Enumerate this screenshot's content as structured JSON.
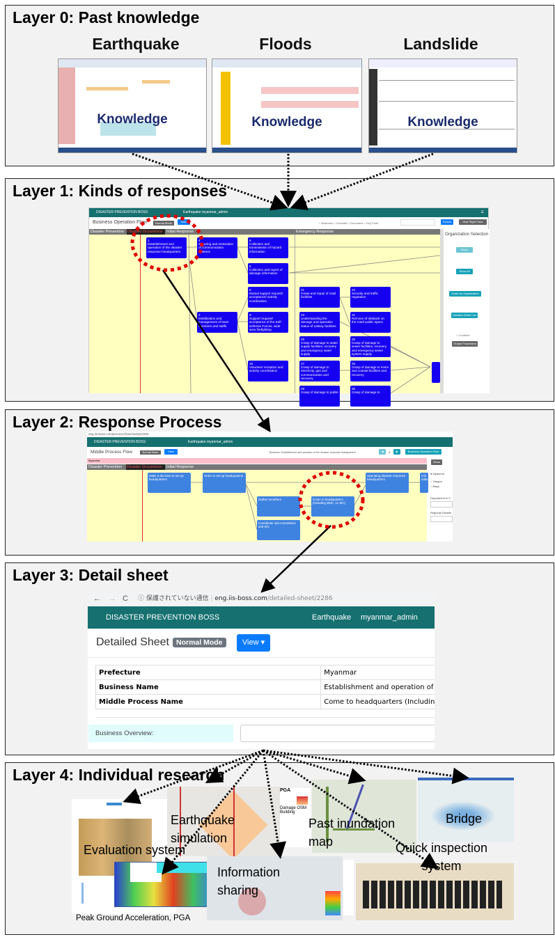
{
  "layer0": {
    "title": "Layer 0: Past knowledge",
    "items": [
      {
        "name": "Earthquake",
        "label": "Knowledge"
      },
      {
        "name": "Floods",
        "label": "Knowledge"
      },
      {
        "name": "Landslide",
        "label": "Knowledge"
      }
    ]
  },
  "layer1": {
    "title": "Layer 1: Kinds of responses",
    "app": "DISASTER PREVENTION BOSS",
    "hazard": "Earthquake",
    "user": "myanmar_admin",
    "page_title": "Business Operation Flow",
    "mode": "Normal Mode",
    "view": "View",
    "filters": "○ Business ○ Checklist ○ Document ○ Key Point",
    "search": "Search",
    "hide": "Hide Right Pane",
    "phases": [
      "Disaster Prevention",
      "Disaster Occurrence",
      "Initial Response",
      "Emergency Response"
    ],
    "right_pane": {
      "title": "Organization Selection",
      "show": "Show",
      "show_all": "Show All",
      "order": "Order by Organization",
      "sheet_list": "Detailed Sheet List",
      "combine": "○ Combine",
      "output": "Output Flowcharts"
    },
    "nodes": [
      {
        "id": "1",
        "text": "Establishment and operation of the disaster response headquarters"
      },
      {
        "id": "4",
        "text": "Securing and restoration of communication systems"
      },
      {
        "id": "6",
        "text": "Collection and transmission of hazard information"
      },
      {
        "id": "5",
        "text": "Collection and report of damage information"
      },
      {
        "id": "8",
        "text": "Mutual support request/ acceptance/ activity coordination"
      },
      {
        "id": "2",
        "text": "Mobilization and management of team members and staffs"
      },
      {
        "id": "9",
        "text": "Support request/ acceptance of the Self-Defense Forces, wide area firefighting"
      },
      {
        "id": "19",
        "text": "Volunteer reception and activity coordination"
      },
      {
        "id": "21",
        "text": "Grasp and repair of road facilities"
      },
      {
        "id": "22",
        "text": "Security and traffic regulation"
      },
      {
        "id": "23",
        "text": "Understanding the damage and operation status of railway facilities"
      },
      {
        "id": "31",
        "text": "Remove of obstacle on the road/ public space"
      },
      {
        "id": "25",
        "text": "Grasp of damage to water supply facilities, recovery and emergency water supply"
      },
      {
        "id": "26",
        "text": "Grasp of damage to sewer facilities, recovery and emergency sewer system supply"
      },
      {
        "id": "27",
        "text": "Grasp of damage to electricity, gas and communication and recovery"
      },
      {
        "id": "28",
        "text": "Grasp of damage to rivers and coastal facilities and recovery"
      },
      {
        "id": "29",
        "text": "Grasp of damage to public"
      },
      {
        "id": "30",
        "text": "Grasp of damage to"
      }
    ]
  },
  "layer2": {
    "title": "Layer 2: Response Process",
    "url": "eng.iis-boss.com/process-flowchart/pm/334",
    "page_title": "Middle Process Flow",
    "mode": "Normal Mode",
    "view": "View",
    "business": "Business: Establishment and operation of the disaster response headquarters",
    "page": "1",
    "bof": "Business Operation Flow",
    "region": "Myanmar",
    "phases": [
      "Disaster Prevention",
      "Disaster Occurrence",
      "Initial Response"
    ],
    "right": {
      "show": "Show",
      "opt1": "● Myanmar",
      "opt2": "○ Yangon",
      "opt3": "○ Bago",
      "dept": "Department in C",
      "regional": "Regional Disaste"
    },
    "nodes": [
      "Make a decision to set up headquarters",
      "Order to set up headquarters",
      "Gather members",
      "Come to headquarters (including DMC, 11 WC)",
      "Coordinate sub-committees and WC",
      "Operating disaster response headquarters",
      "Initi natio"
    ]
  },
  "layer3": {
    "title": "Layer 3: Detail sheet",
    "security": "保護されていない通信",
    "url_host": "eng.iis-boss.com",
    "url_path": "/detailed-sheet/2286",
    "app": "DISASTER PREVENTION BOSS",
    "hazard": "Earthquake",
    "user": "myanmar_admin",
    "page_title": "Detailed Sheet",
    "mode": "Normal Mode",
    "view": "View",
    "rows": [
      {
        "k": "Prefecture",
        "v": "Myanmar"
      },
      {
        "k": "Business Name",
        "v": "Establishment and operation of the"
      },
      {
        "k": "Middle Process Name",
        "v": "Come to headquarters (Including D"
      }
    ],
    "overview_label": "Business Overview:"
  },
  "layer4": {
    "title": "Layer 4: Individual research",
    "items": [
      "Evaluation system",
      "Earthquake simulation",
      "Past inundation map",
      "Bridge",
      "Information sharing",
      "Quick inspection system"
    ],
    "pga_caption": "Peak Ground Acceleration, PGA",
    "legend": {
      "title": "PGA",
      "damage": "Damage OSM Building"
    }
  },
  "colors": {
    "teal": "#167070",
    "node_blue": "#1500f0",
    "process_blue": "#3f83e0",
    "flow_bg": "#ffffc0",
    "highlight": "#e00000",
    "view_btn": "#0a7bff"
  }
}
